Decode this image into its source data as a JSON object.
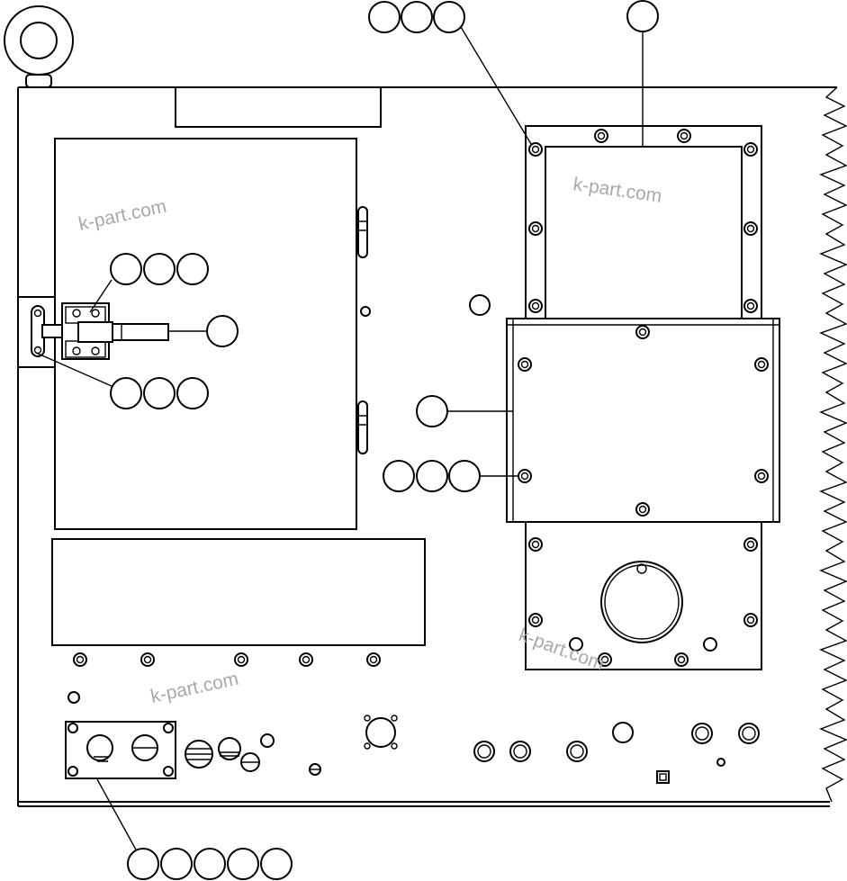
{
  "watermarks": {
    "w1": "k-part.com",
    "w2": "k-part.com",
    "w3": "k-part.com",
    "w4": "k-part.com"
  },
  "colors": {
    "line": "#000000",
    "background": "#ffffff",
    "watermark": "#a9a9a9"
  }
}
